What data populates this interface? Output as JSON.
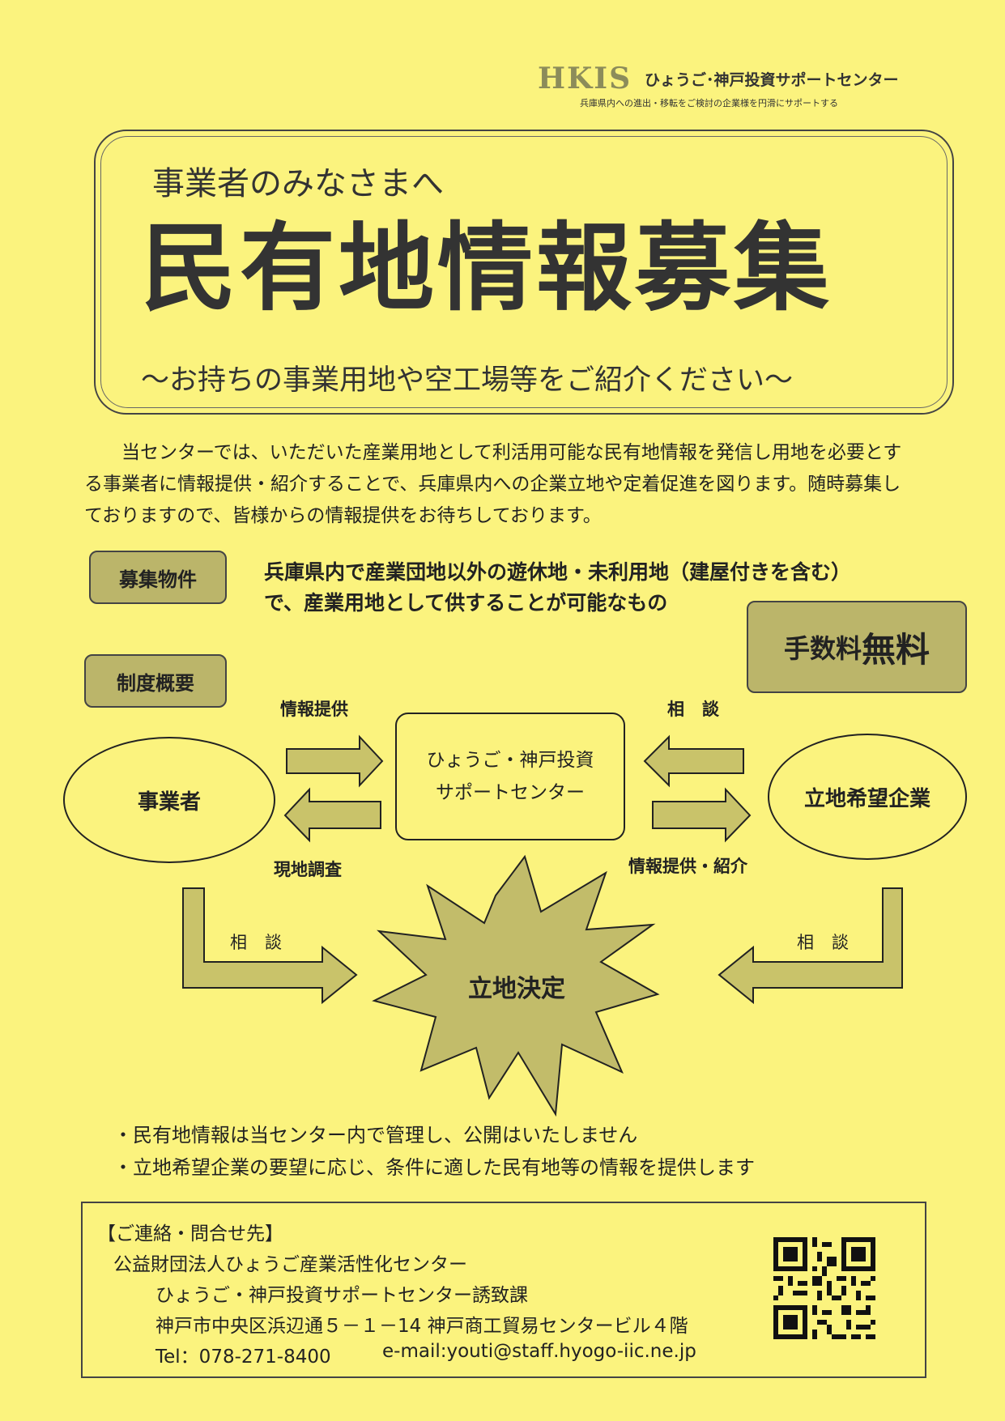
{
  "header": {
    "logo_mark": "HKIS",
    "logo_name": "ひょうご･神戸投資サポートセンター",
    "tagline": "兵庫県内への進出・移転をご検討の企業様を円滑にサポートする"
  },
  "title": {
    "pre": "事業者のみなさまへ",
    "main": "民有地情報募集",
    "sub": "～お持ちの事業用地や空工場等をご紹介ください～"
  },
  "intro": "当センターでは、いただいた産業用地として利活用可能な民有地情報を発信し用地を必要とする事業者に情報提供・紹介することで、兵庫県内への企業立地や定着促進を図ります。随時募集しておりますので、皆様からの情報提供をお待ちしております。",
  "boshu": {
    "label": "募集物件",
    "line1": "兵庫県内で産業団地以外の遊休地・未利用地（建屋付きを含む）",
    "line2": "で、産業用地として供することが可能なもの"
  },
  "fee": {
    "prefix": "手数料",
    "emphasis": "無料"
  },
  "seido": {
    "label": "制度概要"
  },
  "diagram": {
    "left_entity": "事業者",
    "right_entity": "立地希望企業",
    "center_line1": "ひょうご・神戸投資",
    "center_line2": "サポートセンター",
    "arrow_info_provide": "情報提供",
    "arrow_consult_top": "相談",
    "arrow_site_survey": "現地調査",
    "arrow_info_intro": "情報提供・紹介",
    "arrow_consult_left": "相談",
    "arrow_consult_right": "相談",
    "result": "立地決定",
    "colors": {
      "arrow_fill": "#c9c36a",
      "star_fill": "#c2bc6a",
      "outline": "#222222"
    }
  },
  "notes": [
    "・民有地情報は当センター内で管理し、公開はいたしません",
    "・立地希望企業の要望に応じ、条件に適した民有地等の情報を提供します"
  ],
  "contact": {
    "heading": "【ご連絡・問合せ先】",
    "org": "公益財団法人ひょうご産業活性化センター",
    "dept": "ひょうご・神戸投資サポートセンター誘致課",
    "address": "神戸市中央区浜辺通５－１－14 神戸商工貿易センタービル４階",
    "tel": "Tel：078-271-8400",
    "email": "e-mail:youti@staff.hyogo-iic.ne.jp",
    "qr_icon": "qr-code-icon"
  },
  "palette": {
    "background": "#fbf37e",
    "tag_fill": "#bbb56a",
    "ink": "#222222"
  }
}
